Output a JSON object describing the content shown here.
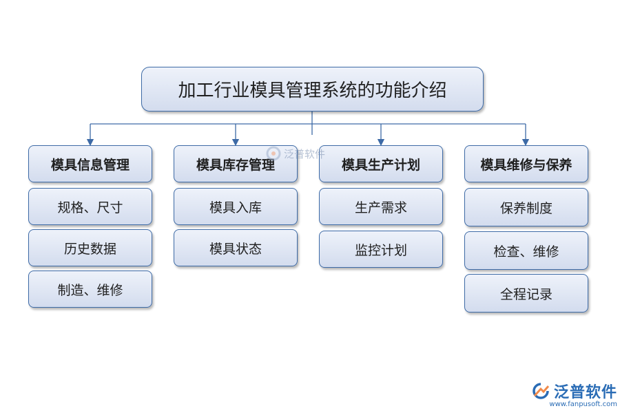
{
  "title": "加工行业模具管理系统的功能介绍",
  "branches": [
    {
      "heading": "模具信息管理",
      "items": [
        "规格、尺寸",
        "历史数据",
        "制造、维修"
      ]
    },
    {
      "heading": "模具库存管理",
      "items": [
        "模具入库",
        "模具状态"
      ]
    },
    {
      "heading": "模具生产计划",
      "items": [
        "生产需求",
        "监控计划"
      ]
    },
    {
      "heading": "模具维修与保养",
      "items": [
        "保养制度",
        "检查、维修",
        "全程记录"
      ]
    }
  ],
  "watermark": {
    "text": "泛普软件"
  },
  "logo": {
    "name": "泛普软件",
    "url": "www.fanpusoft.com"
  },
  "colors": {
    "border": "#3d6aa6",
    "connector": "#3d6aa6",
    "logo": "#2a6cb5"
  }
}
